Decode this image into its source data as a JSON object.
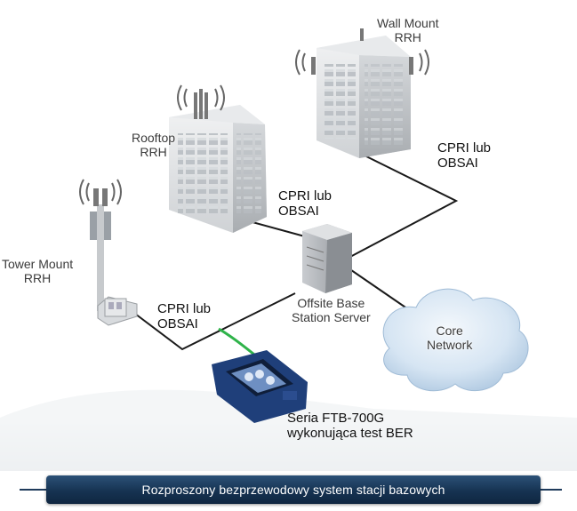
{
  "labels": {
    "wall_mount": [
      "Wall Mount",
      "RRH"
    ],
    "rooftop": [
      "Rooftop",
      "RRH"
    ],
    "tower_mount": [
      "Tower Mount",
      "RRH"
    ],
    "link_right": [
      "CPRI lub",
      "OBSAI"
    ],
    "link_center": [
      "CPRI lub",
      "OBSAI"
    ],
    "link_left": [
      "CPRI lub",
      "OBSAI"
    ],
    "server": [
      "Offsite Base",
      "Station Server"
    ],
    "core": [
      "Core",
      "Network"
    ],
    "device": [
      "Seria FTB-700G",
      "wykonująca test BER"
    ]
  },
  "caption": "Rozproszony bezprzewodowy system stacji bazowych",
  "colors": {
    "caption_bar": "#163352",
    "test_cable": "#2fb34a",
    "link_line": "#1a1a1a",
    "cloud": "#c7dcef"
  }
}
